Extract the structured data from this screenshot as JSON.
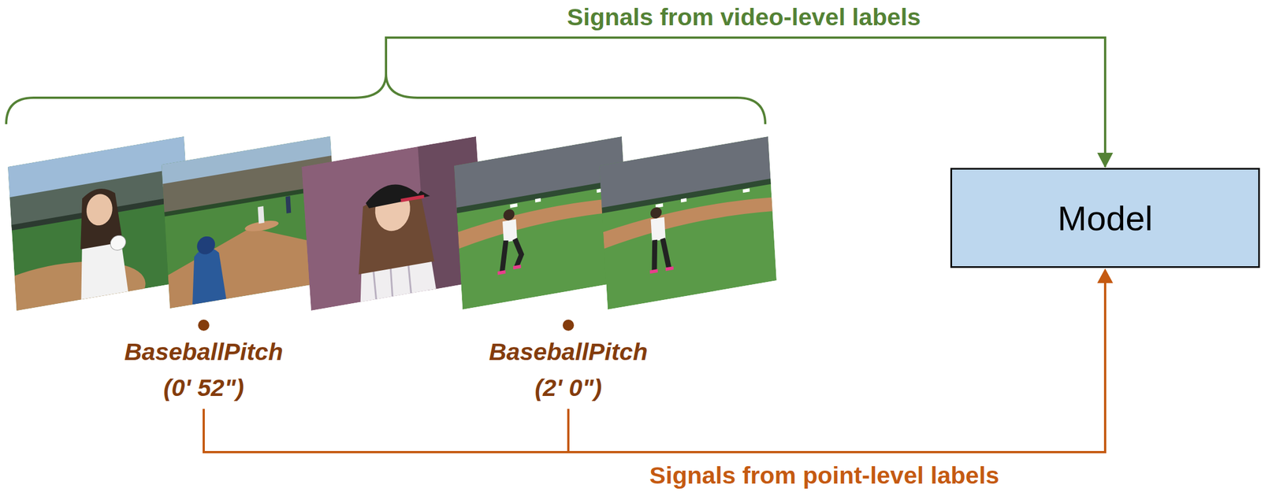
{
  "diagram": {
    "nodes": [
      {
        "text": [
          "Model"
        ]
      }
    ],
    "labels": [
      "Signals from video-level labels",
      "BaseballPitch",
      "(0' 52\")",
      "BaseballPitch",
      "(2' 0\")",
      "Signals from point-level labels"
    ]
  }
}
